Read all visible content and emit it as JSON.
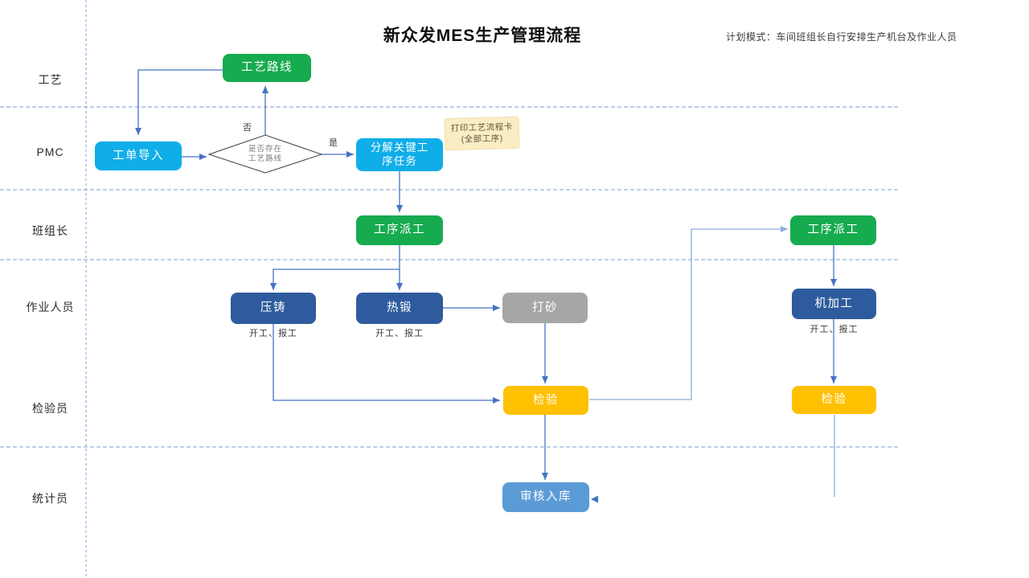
{
  "title": "新众发MES生产管理流程",
  "annotation": "计划模式：车间班组长自行安排生产机台及作业人员",
  "lanes": [
    {
      "label": "工艺"
    },
    {
      "label": "PMC"
    },
    {
      "label": "班组长"
    },
    {
      "label": "作业人员"
    },
    {
      "label": "检验员"
    },
    {
      "label": "统计员"
    }
  ],
  "nodes": {
    "process_route": {
      "label": "工艺路线",
      "color": "#17AB4F"
    },
    "order_import": {
      "label": "工单导入",
      "color": "#0FAEE8"
    },
    "decision": {
      "line1": "是否存在",
      "line2": "工艺路线",
      "yes_label": "是",
      "no_label": "否"
    },
    "decompose": {
      "label": "分解关键工序任务",
      "line1": "分解关键工",
      "line2": "序任务",
      "color": "#0FAEE8"
    },
    "note": {
      "line1": "打印工艺流程卡",
      "line2": "(全部工序)",
      "color": "#FBEDC3"
    },
    "dispatch_left": {
      "label": "工序派工",
      "color": "#17AB4F"
    },
    "die_casting": {
      "label": "压铸",
      "sublabel": "开工、报工",
      "color": "#2E5B9D"
    },
    "hot_forging": {
      "label": "热锻",
      "sublabel": "开工、报工",
      "color": "#2E5B9D"
    },
    "sanding": {
      "label": "打砂",
      "color": "#A6A6A6"
    },
    "inspection_left": {
      "label": "检验",
      "color": "#FFC000"
    },
    "dispatch_right": {
      "label": "工序派工",
      "color": "#17AB4F"
    },
    "machining": {
      "label": "机加工",
      "sublabel": "开工、报工",
      "color": "#2E5B9D"
    },
    "inspection_right": {
      "label": "检验",
      "color": "#FFC000"
    },
    "warehouse": {
      "label": "审核入库",
      "color": "#5B9BD5"
    }
  },
  "edges": [
    "工艺路线 -> 工单导入",
    "工单导入 -> 是否存在工艺路线",
    "是否存在工艺路线 -否-> 工艺路线",
    "是否存在工艺路线 -是-> 分解关键工序任务",
    "分解关键工序任务 -> 工序派工(左)",
    "工序派工(左) -> 压铸",
    "工序派工(左) -> 热锻",
    "热锻 -> 打砂",
    "打砂 -> 检验(左)",
    "压铸 -> 检验(左)",
    "检验(左) -> 工序派工(右)",
    "工序派工(右) -> 机加工",
    "机加工 -> 检验(右)",
    "检验(左) -> 审核入库",
    "检验(右) -> 审核入库"
  ],
  "colors": {
    "connector": "#4472C4",
    "connector_light": "#8FAADC",
    "lane_line": "#7C9CD9",
    "diamond_border": "#3f3f3f"
  }
}
